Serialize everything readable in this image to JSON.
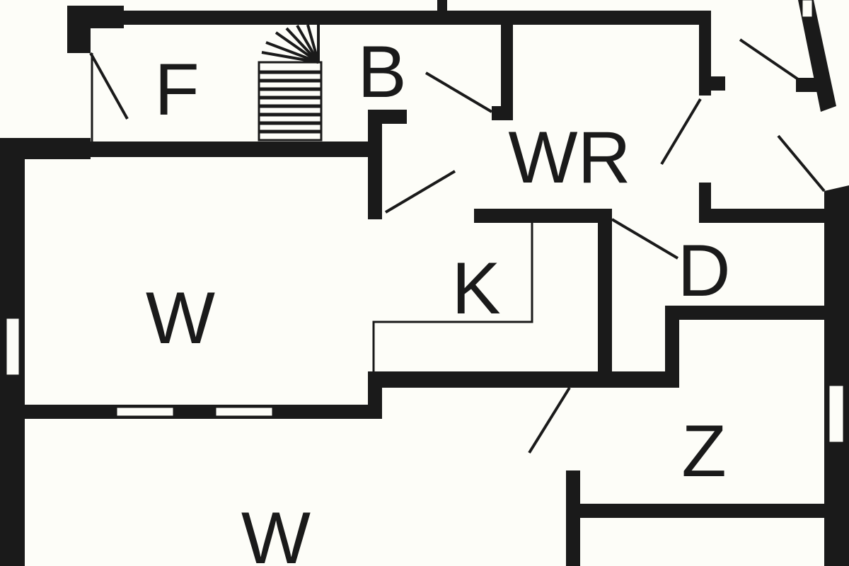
{
  "floor_plan": {
    "rooms": [
      {
        "id": "f",
        "label": "F"
      },
      {
        "id": "b",
        "label": "B"
      },
      {
        "id": "wr",
        "label": "WR"
      },
      {
        "id": "k",
        "label": "K"
      },
      {
        "id": "d",
        "label": "D"
      },
      {
        "id": "w1",
        "label": "W"
      },
      {
        "id": "z",
        "label": "Z"
      },
      {
        "id": "w2",
        "label": "W"
      }
    ],
    "colors": {
      "wall": "#1a1a1a",
      "floor": "#fdfdf8"
    }
  }
}
